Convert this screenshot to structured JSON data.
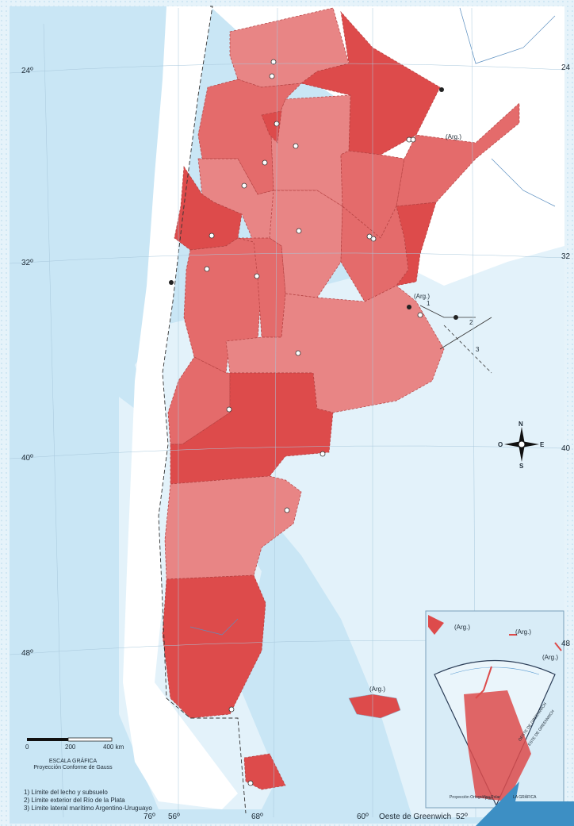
{
  "latitude_labels": [
    "24º",
    "32º",
    "40º",
    "48º"
  ],
  "right_latitude_labels": [
    "24",
    "32",
    "40",
    "48"
  ],
  "bottom_labels": {
    "lon_76": "76º",
    "lon_56": "56º",
    "lon_68": "68º",
    "lon_60": "60º",
    "meridian_caption": "Oeste de Greenwich",
    "lon_52": "52º"
  },
  "scale": {
    "ticks": [
      "0",
      "200",
      "400 km"
    ],
    "title": "ESCALA GRÁFICA",
    "projection": "Proyección Conforme de Gauss"
  },
  "notes": [
    "1) Límite del lecho y subsuelo",
    "2) Límite exterior del Río de la Plata",
    "3) Límite lateral marítimo Argentino-Uruguayo"
  ],
  "boundary_numbers": [
    "1",
    "2",
    "3"
  ],
  "arg_labels": {
    "mesopotamia": "(Arg.)",
    "rio_plata": "(Arg.)",
    "malvinas": "(Arg.)",
    "antarctic_left": "(Arg.)",
    "antarctic_mid": "(Arg.)",
    "antarctic_right": "(Arg.)"
  },
  "compass": {
    "n": "N",
    "s": "S",
    "e": "E",
    "o": "O"
  },
  "inset": {
    "projection": "Proyección Ortográfica Polar",
    "pole": "Polo",
    "greenwich_1": "OESTE DE GREENWICH",
    "greenwich_2": "ESTE DE GREENWICH",
    "scale_caption": "LA GRÁFICA"
  },
  "colors": {
    "ocean": "#c9e6f5",
    "shelf": "#e3f2fa",
    "neighbor_land": "#ffffff",
    "province_light": "#e88585",
    "province_mid": "#e46b6b",
    "province_dark": "#dd4b4b",
    "corner_tab": "#3d8fc4"
  }
}
